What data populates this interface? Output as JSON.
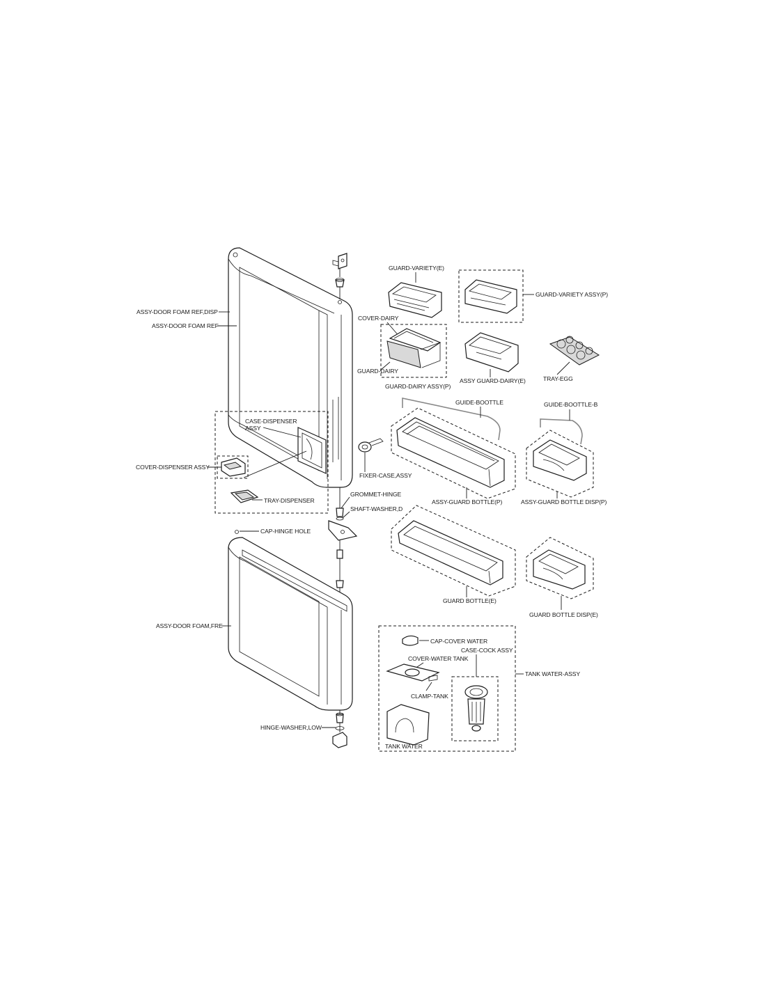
{
  "labels": {
    "assy_door_foam_ref_disp": "ASSY-DOOR FOAM REF,DISP",
    "assy_door_foam_ref": "ASSY-DOOR FOAM REF",
    "case_dispenser_line1": "CASE-DISPENSER",
    "case_dispenser_line2": "ASSY",
    "cover_dispenser_assy": "COVER-DISPENSER ASSY",
    "tray_dispenser": "TRAY-DISPENSER",
    "fixer_case_assy": "FIXER-CASE,ASSY",
    "grommet_hinge": "GROMMET-HINGE",
    "shaft_washer_d": "SHAFT-WASHER,D",
    "cap_hinge_hole": "CAP-HINGE HOLE",
    "assy_door_foam_fre": "ASSY-DOOR FOAM,FRE",
    "hinge_washer_low": "HINGE-WASHER,LOW",
    "guard_variety_e": "GUARD-VARIETY(E)",
    "guard_variety_assy_p": "GUARD-VARIETY ASSY(P)",
    "cover_dairy": "COVER-DAIRY",
    "guard_dairy": "GUARD-DAIRY",
    "guard_dairy_assy_p": "GUARD-DAIRY ASSY(P)",
    "assy_guard_dairy_e": "ASSY GUARD-DAIRY(E)",
    "tray_egg": "TRAY-EGG",
    "guide_boottle": "GUIDE-BOOTTLE",
    "guide_boottle_b": "GUIDE-BOOTTLE-B",
    "assy_guard_bottle_p": "ASSY-GUARD BOTTLE(P)",
    "assy_guard_bottle_disp_p": "ASSY-GUARD BOTTLE DISP(P)",
    "guard_bottle_e": "GUARD BOTTLE(E)",
    "guard_bottle_disp_e": "GUARD BOTTLE DISP(E)",
    "cap_cover_water": "CAP-COVER WATER",
    "cover_water_tank": "COVER-WATER TANK",
    "case_cock_assy": "CASE-COCK ASSY",
    "tank_water_assy": "TANK WATER-ASSY",
    "clamp_tank": "CLAMP-TANK",
    "tank_water": "TANK WATER"
  }
}
